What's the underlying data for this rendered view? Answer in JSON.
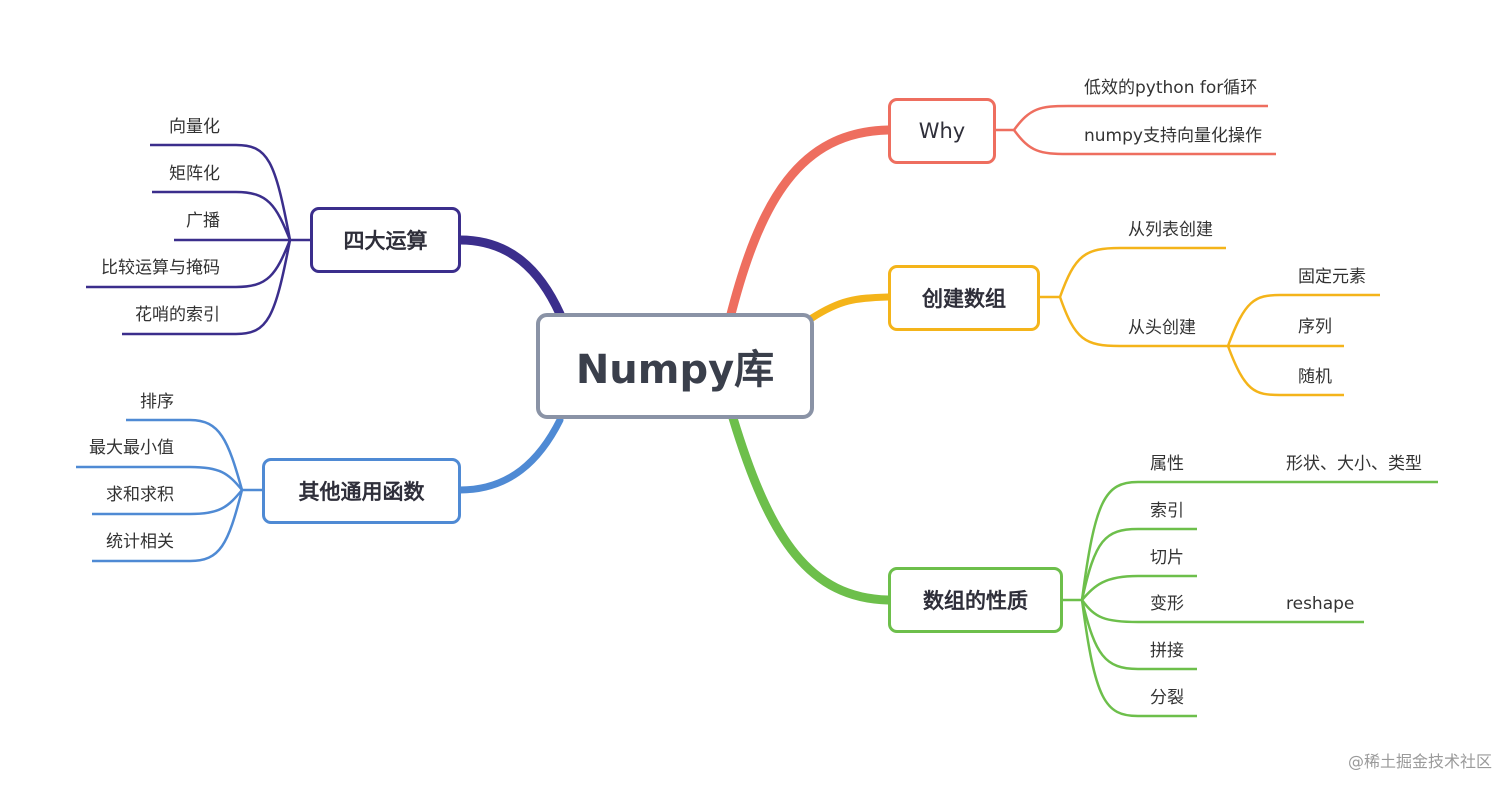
{
  "root": {
    "label": "Numpy库"
  },
  "branches": {
    "why": {
      "label": "Why",
      "color": "#ee6e5f",
      "children": [
        "低效的python for循环",
        "numpy支持向量化操作"
      ]
    },
    "create": {
      "label": "创建数组",
      "color": "#f4b41a",
      "children": [
        "从列表创建",
        "从头创建"
      ],
      "sub": [
        "固定元素",
        "序列",
        "随机"
      ]
    },
    "props": {
      "label": "数组的性质",
      "color": "#6dbf4b",
      "children": [
        "属性",
        "索引",
        "切片",
        "变形",
        "拼接",
        "分裂"
      ],
      "attr_detail": "形状、大小、类型",
      "reshape_detail": "reshape"
    },
    "ops": {
      "label": "四大运算",
      "color": "#3b2e8c",
      "children": [
        "向量化",
        "矩阵化",
        "广播",
        "比较运算与掩码",
        "花哨的索引"
      ]
    },
    "funcs": {
      "label": "其他通用函数",
      "color": "#4f8ad4",
      "children": [
        "排序",
        "最大最小值",
        "求和求积",
        "统计相关"
      ]
    }
  },
  "watermark": "@稀土掘金技术社区"
}
